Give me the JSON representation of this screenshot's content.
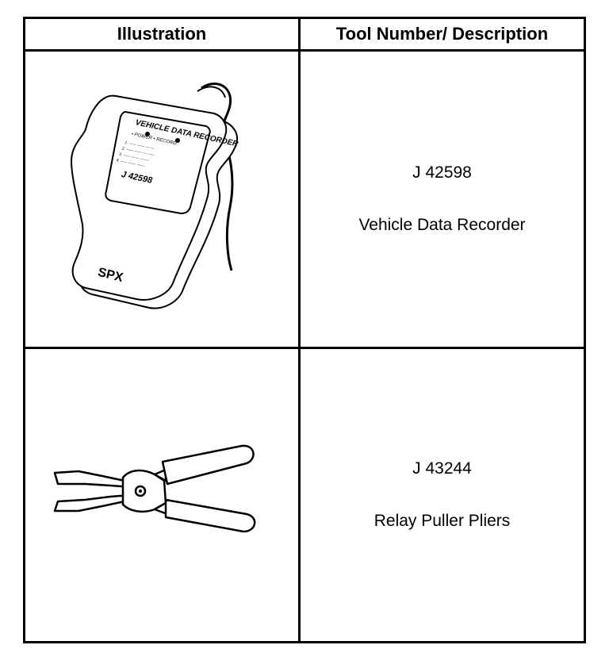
{
  "table": {
    "headers": {
      "illustration": "Illustration",
      "description": "Tool Number/ Description"
    },
    "rows": [
      {
        "tool_number": "J 42598",
        "description": "Vehicle Data Recorder",
        "illustration_icon": "vehicle-data-recorder-icon",
        "device_label": {
          "title": "VEHICLE DATA RECORDER",
          "model": "J 42598",
          "brand": "SPX"
        }
      },
      {
        "tool_number": "J 43244",
        "description": "Relay Puller Pliers",
        "illustration_icon": "relay-puller-pliers-icon"
      }
    ]
  }
}
